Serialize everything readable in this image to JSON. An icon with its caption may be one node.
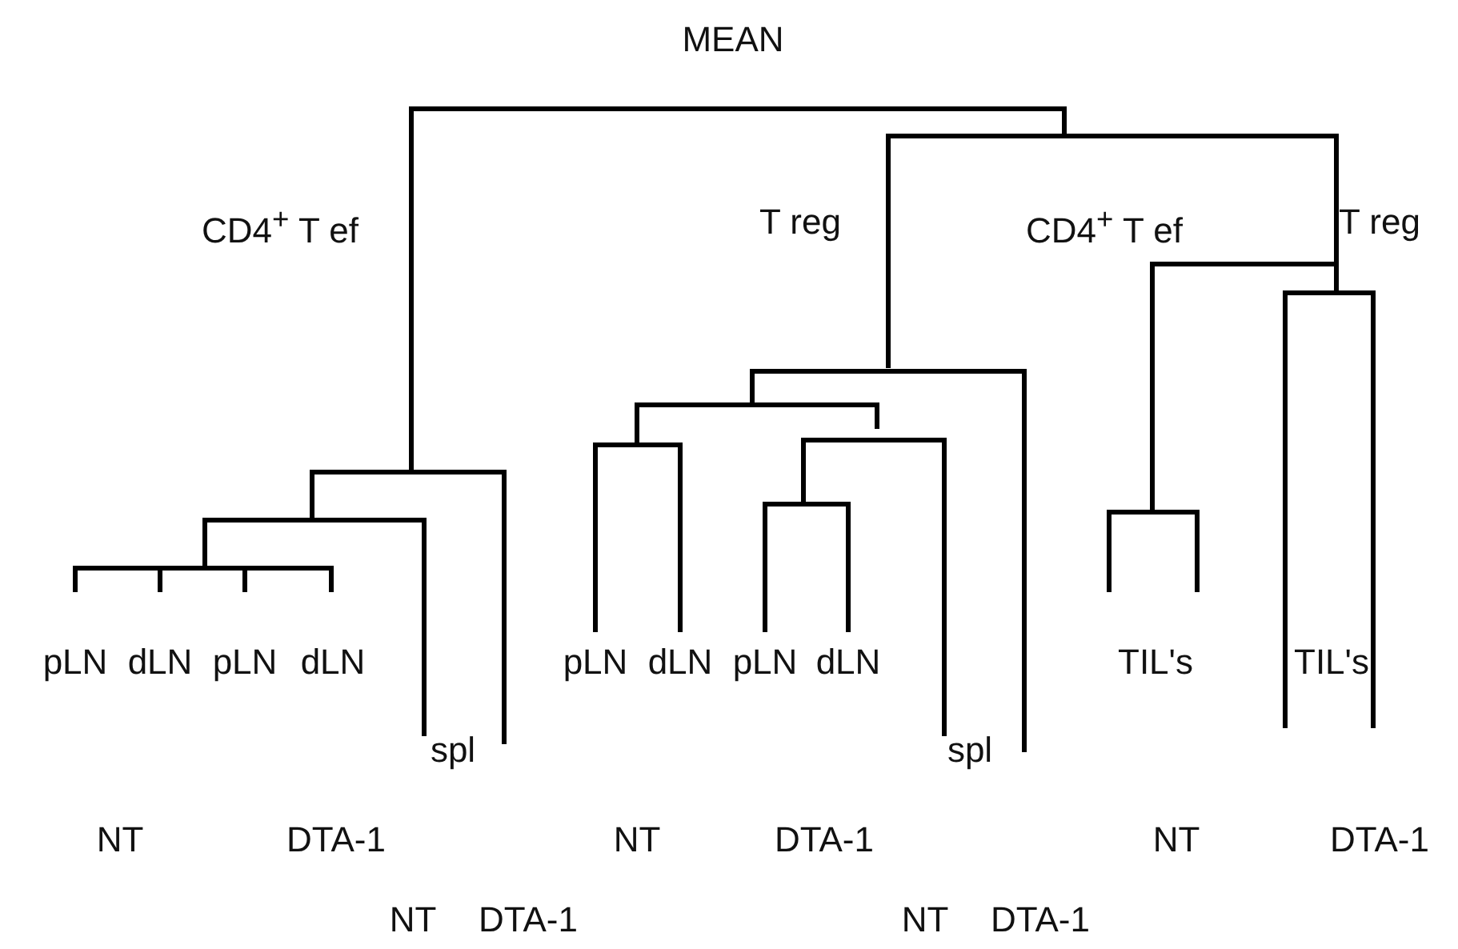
{
  "diagram": {
    "title": "MEAN",
    "labels": [
      "CD4$^{+}$ T ef",
      "T reg",
      "CD4$^{+}$ T ef",
      "T reg",
      "pLN",
      "dLN",
      "pLN",
      "dLN",
      "pLN",
      "dLN",
      "pLN",
      "dLN",
      "TIL's",
      "TIL's",
      "spl",
      "spl",
      "NT",
      "DTA-1",
      "NT",
      "DTA-1",
      "NT",
      "DTA-1",
      "NT",
      "DTA-1",
      "NT",
      "DTA-1"
    ]
  }
}
